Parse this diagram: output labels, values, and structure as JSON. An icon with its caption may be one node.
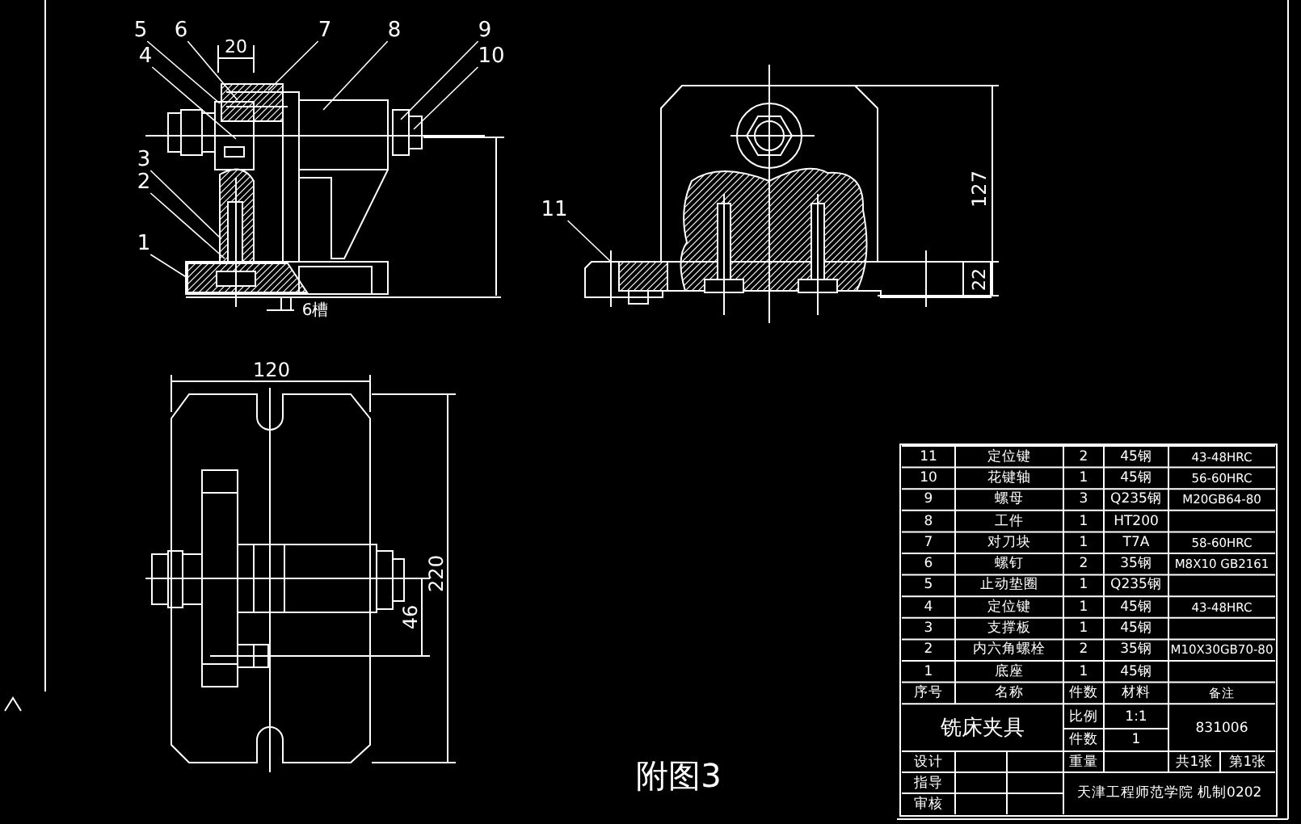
{
  "diagram": {
    "caption": "附图3",
    "nodes": [
      {
        "text": [
          "5"
        ]
      },
      {
        "text": [
          "6"
        ]
      },
      {
        "text": [
          "7"
        ]
      },
      {
        "text": [
          "8"
        ]
      },
      {
        "text": [
          "9"
        ]
      },
      {
        "text": [
          "4"
        ]
      },
      {
        "text": [
          "10"
        ]
      },
      {
        "text": [
          "3"
        ]
      },
      {
        "text": [
          "2"
        ]
      },
      {
        "text": [
          "1"
        ]
      },
      {
        "text": [
          "11"
        ]
      }
    ],
    "edges": [
      {
        "from": 0,
        "to": null,
        "arrow": "none"
      },
      {
        "from": 1,
        "to": null,
        "arrow": "none"
      },
      {
        "from": 2,
        "to": null,
        "arrow": "none"
      },
      {
        "from": 3,
        "to": null,
        "arrow": "none"
      },
      {
        "from": 4,
        "to": null,
        "arrow": "none"
      },
      {
        "from": 5,
        "to": null,
        "arrow": "none"
      },
      {
        "from": 6,
        "to": null,
        "arrow": "none"
      },
      {
        "from": 7,
        "to": null,
        "arrow": "none"
      },
      {
        "from": 8,
        "to": null,
        "arrow": "none"
      },
      {
        "from": 9,
        "to": null,
        "arrow": "none"
      },
      {
        "from": 10,
        "to": null,
        "arrow": "none"
      }
    ],
    "labels": [
      "20",
      "6槽",
      "127",
      "22",
      "120",
      "220",
      "46",
      "11",
      "定位键",
      "2",
      "45钢",
      "43-48HRC",
      "10",
      "花键轴",
      "1",
      "45钢",
      "56-60HRC",
      "9",
      "螺母",
      "3",
      "Q235钢",
      "M20GB64-80",
      "8",
      "工件",
      "1",
      "HT200",
      "7",
      "对刀块",
      "1",
      "T7A",
      "58-60HRC",
      "6",
      "螺钉",
      "2",
      "35钢",
      "M8X10 GB2161",
      "5",
      "止动垫圈",
      "1",
      "Q235钢",
      "4",
      "定位键",
      "1",
      "45钢",
      "43-48HRC",
      "3",
      "支撑板",
      "1",
      "45钢",
      "2",
      "内六角螺栓",
      "2",
      "35钢",
      "M10X30GB70-80",
      "1",
      "底座",
      "1",
      "45钢",
      "序号",
      "名称",
      "件数",
      "材料",
      "备注",
      "铣床夹具",
      "比例",
      "1:1",
      "831006",
      "件数",
      "1",
      "设计",
      "重量",
      "共1张",
      "第1张",
      "指导",
      "审核",
      "天津工程师范学院 机制0202"
    ]
  }
}
